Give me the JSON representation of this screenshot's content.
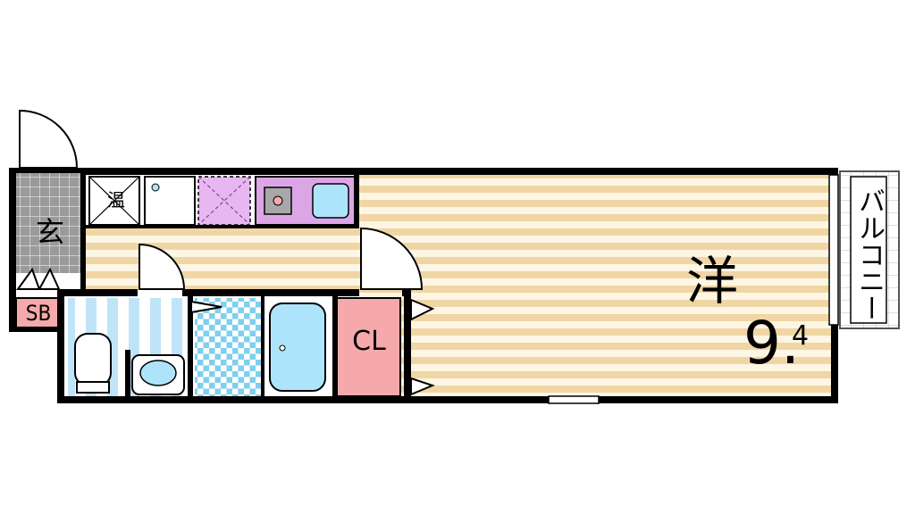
{
  "labels": {
    "genkan": "玄",
    "onsui": "温",
    "shoe_box": "SB",
    "closet": "CL",
    "western_room": "洋",
    "room_area_int": "9.",
    "room_area_dec": "4",
    "balcony": "バルコニー"
  },
  "colors": {
    "wall": "#000000",
    "floor_stripe_tan": "#f0d6a4",
    "floor_stripe_light": "#fdf6e4",
    "genkan_tile": "#8c8c8c",
    "closet_fill": "#f5a9aa",
    "shoebox_fill": "#f5a9aa",
    "kitchen_counter": "#dca6e6",
    "washer_pad": "#e8b6f0",
    "bath_tub": "#aee4fb",
    "toilet_stripe": "#bfe4f8",
    "bath_tile": "#7fcfee"
  }
}
